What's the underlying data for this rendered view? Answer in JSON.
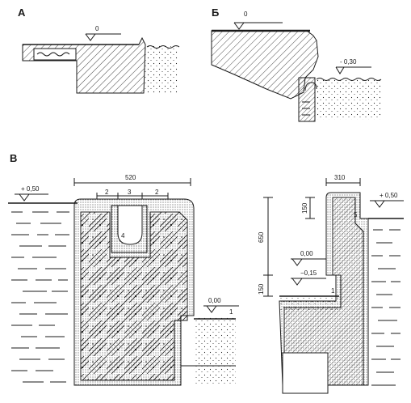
{
  "panels": {
    "a": {
      "label": "А",
      "level": "0"
    },
    "b": {
      "label": "Б",
      "level": "0",
      "water_level": "- 0,30"
    },
    "v": {
      "label": "В",
      "left_section": {
        "level_top": "+ 0,50",
        "width_total": "520",
        "widths": [
          "2",
          "3",
          "2"
        ],
        "level_right": "0,00",
        "marks": [
          "4",
          "1"
        ]
      },
      "right_section": {
        "width_top": "310",
        "level_top": "+ 0,50",
        "height_total": "650",
        "height_upper": "150",
        "height_lower": "150",
        "level_zero": "0,00",
        "level_minus": "−0,15",
        "marks": [
          "5",
          "1"
        ]
      }
    }
  },
  "colors": {
    "ink": "#1a1a1a",
    "paper": "#ffffff"
  }
}
